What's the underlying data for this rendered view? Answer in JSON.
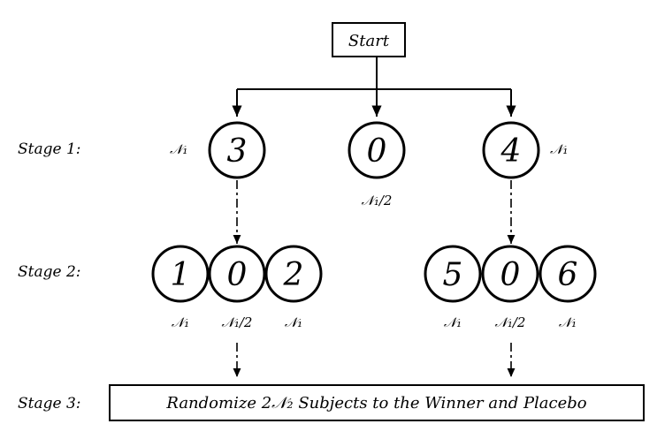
{
  "start_label": "Start",
  "stages": {
    "stage1": "Stage 1:",
    "stage2": "Stage 2:",
    "stage3": "Stage 3:"
  },
  "stage1_nodes": [
    {
      "value": "3",
      "n_label": "𝒩₁"
    },
    {
      "value": "0",
      "n_label": "𝒩₁/2"
    },
    {
      "value": "4",
      "n_label": "𝒩₁"
    }
  ],
  "stage2_left_nodes": [
    {
      "value": "1",
      "n_label": "𝒩₁"
    },
    {
      "value": "0",
      "n_label": "𝒩₁/2"
    },
    {
      "value": "2",
      "n_label": "𝒩₁"
    }
  ],
  "stage2_right_nodes": [
    {
      "value": "5",
      "n_label": "𝒩₁"
    },
    {
      "value": "0",
      "n_label": "𝒩₁/2"
    },
    {
      "value": "6",
      "n_label": "𝒩₁"
    }
  ],
  "final_box": "Randomize 2𝒩₂ Subjects to the Winner and Placebo"
}
